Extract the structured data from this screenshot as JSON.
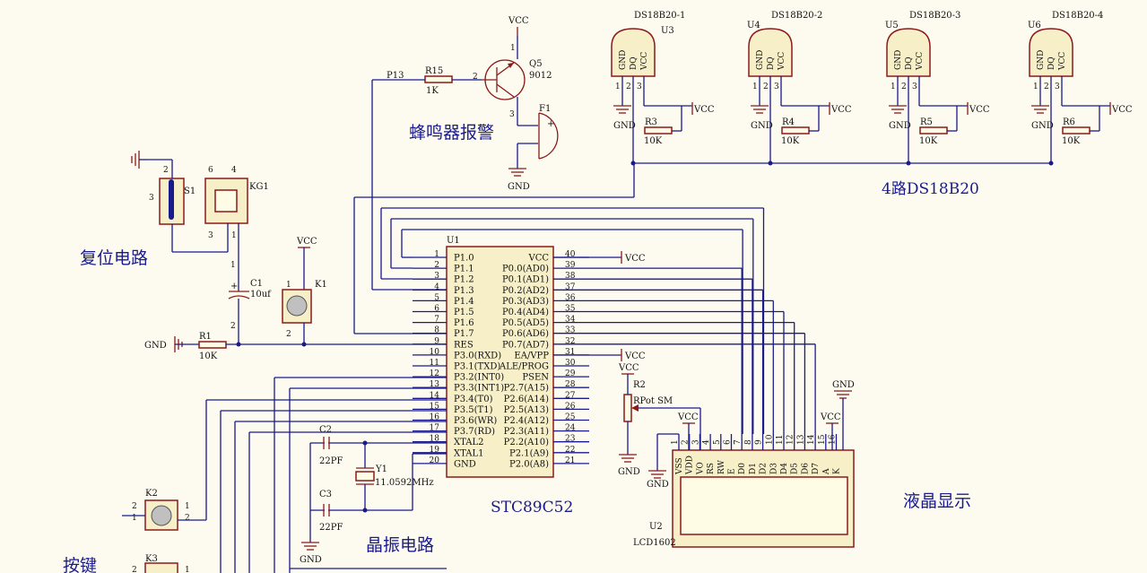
{
  "labels": {
    "buzzer_title": "蜂鸣器报警",
    "reset_title": "复位电路",
    "ds_title": "4路DS18B20",
    "crystal_title": "晶振电路",
    "lcd_title": "液晶显示",
    "keys_title": "按键",
    "mcu_model": "STC89C52"
  },
  "mcu": {
    "ref": "U1",
    "left_pins": [
      {
        "num": "1",
        "name": "P1.0"
      },
      {
        "num": "2",
        "name": "P1.1"
      },
      {
        "num": "3",
        "name": "P1.2"
      },
      {
        "num": "4",
        "name": "P1.3"
      },
      {
        "num": "5",
        "name": "P1.4"
      },
      {
        "num": "6",
        "name": "P1.5"
      },
      {
        "num": "7",
        "name": "P1.6"
      },
      {
        "num": "8",
        "name": "P1.7"
      },
      {
        "num": "9",
        "name": "RES"
      },
      {
        "num": "10",
        "name": "P3.0(RXD)"
      },
      {
        "num": "11",
        "name": "P3.1(TXD)"
      },
      {
        "num": "12",
        "name": "P3.2(INT0)"
      },
      {
        "num": "13",
        "name": "P3.3(INT1)"
      },
      {
        "num": "14",
        "name": "P3.4(T0)"
      },
      {
        "num": "15",
        "name": "P3.5(T1)"
      },
      {
        "num": "16",
        "name": "P3.6(WR)"
      },
      {
        "num": "17",
        "name": "P3.7(RD)"
      },
      {
        "num": "18",
        "name": "XTAL2"
      },
      {
        "num": "19",
        "name": "XTAL1"
      },
      {
        "num": "20",
        "name": "GND"
      }
    ],
    "right_pins": [
      {
        "num": "40",
        "name": "VCC"
      },
      {
        "num": "39",
        "name": "P0.0(AD0)"
      },
      {
        "num": "38",
        "name": "P0.1(AD1)"
      },
      {
        "num": "37",
        "name": "P0.2(AD2)"
      },
      {
        "num": "36",
        "name": "P0.3(AD3)"
      },
      {
        "num": "35",
        "name": "P0.4(AD4)"
      },
      {
        "num": "34",
        "name": "P0.5(AD5)"
      },
      {
        "num": "33",
        "name": "P0.6(AD6)"
      },
      {
        "num": "32",
        "name": "P0.7(AD7)"
      },
      {
        "num": "31",
        "name": "EA/VPP"
      },
      {
        "num": "30",
        "name": "ALE/PROG"
      },
      {
        "num": "29",
        "name": "PSEN"
      },
      {
        "num": "28",
        "name": "P2.7(A15)"
      },
      {
        "num": "27",
        "name": "P2.6(A14)"
      },
      {
        "num": "26",
        "name": "P2.5(A13)"
      },
      {
        "num": "25",
        "name": "P2.4(A12)"
      },
      {
        "num": "24",
        "name": "P2.3(A11)"
      },
      {
        "num": "23",
        "name": "P2.2(A10)"
      },
      {
        "num": "22",
        "name": "P2.1(A9)"
      },
      {
        "num": "21",
        "name": "P2.0(A8)"
      }
    ]
  },
  "lcd": {
    "ref": "U2",
    "model": "LCD1602",
    "pins": [
      {
        "num": "1",
        "name": "VSS"
      },
      {
        "num": "2",
        "name": "VDD"
      },
      {
        "num": "3",
        "name": "VO"
      },
      {
        "num": "4",
        "name": "RS"
      },
      {
        "num": "5",
        "name": "RW"
      },
      {
        "num": "6",
        "name": "E"
      },
      {
        "num": "7",
        "name": "D0"
      },
      {
        "num": "8",
        "name": "D1"
      },
      {
        "num": "9",
        "name": "D2"
      },
      {
        "num": "10",
        "name": "D3"
      },
      {
        "num": "11",
        "name": "D4"
      },
      {
        "num": "12",
        "name": "D5"
      },
      {
        "num": "13",
        "name": "D6"
      },
      {
        "num": "14",
        "name": "D7"
      },
      {
        "num": "15",
        "name": "A"
      },
      {
        "num": "16",
        "name": "K"
      }
    ]
  },
  "sensors": [
    {
      "title": "DS18B20-1",
      "ref": "U3",
      "res": "R3",
      "val": "10K"
    },
    {
      "title": "DS18B20-2",
      "ref": "U4",
      "res": "R4",
      "val": "10K"
    },
    {
      "title": "DS18B20-3",
      "ref": "U5",
      "res": "R5",
      "val": "10K"
    },
    {
      "title": "DS18B20-4",
      "ref": "U6",
      "res": "R6",
      "val": "10K"
    }
  ],
  "sensor_pins": [
    "GND",
    "DQ",
    "VCC"
  ],
  "parts": {
    "vcc": "VCC",
    "gnd": "GND",
    "net_p13": "P13",
    "r15": "R15",
    "r15_val": "1K",
    "q5": "Q5",
    "q5_val": "9012",
    "f1": "F1",
    "s1": "S1",
    "kg1": "KG1",
    "c1": "C1",
    "c1_val": "10uf",
    "k1": "K1",
    "r1": "R1",
    "r1_val": "10K",
    "c2": "C2",
    "c2_val": "22PF",
    "c3": "C3",
    "c3_val": "22PF",
    "y1": "Y1",
    "y1_val": "11.0592MHz",
    "r2": "R2",
    "r2_val": "RPot SM",
    "k2": "K2",
    "k3": "K3",
    "plus": "+"
  }
}
